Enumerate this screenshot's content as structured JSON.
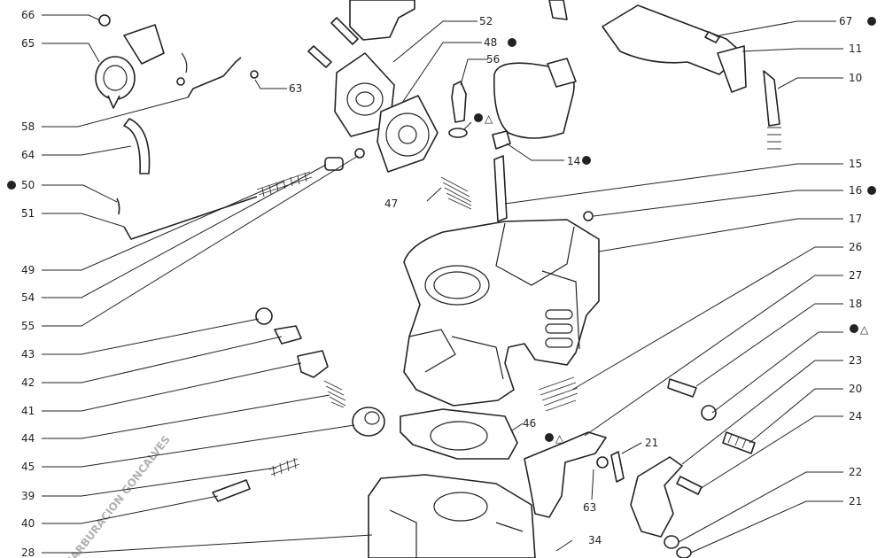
{
  "watermark": "CARBURACION GONCALVES",
  "marks": {
    "dot_color": "#222222",
    "triangle_symbol": "△"
  },
  "callouts": [
    {
      "id": "c66",
      "label": "66",
      "dot": false,
      "tri": false
    },
    {
      "id": "c65",
      "label": "65",
      "dot": false,
      "tri": false
    },
    {
      "id": "c58",
      "label": "58",
      "dot": false,
      "tri": false
    },
    {
      "id": "c64",
      "label": "64",
      "dot": false,
      "tri": false
    },
    {
      "id": "c50",
      "label": "50",
      "dot": true,
      "tri": false
    },
    {
      "id": "c51",
      "label": "51",
      "dot": false,
      "tri": false
    },
    {
      "id": "c49",
      "label": "49",
      "dot": false,
      "tri": false
    },
    {
      "id": "c54",
      "label": "54",
      "dot": false,
      "tri": false
    },
    {
      "id": "c55",
      "label": "55",
      "dot": false,
      "tri": false
    },
    {
      "id": "c43",
      "label": "43",
      "dot": false,
      "tri": false
    },
    {
      "id": "c42",
      "label": "42",
      "dot": false,
      "tri": false
    },
    {
      "id": "c41",
      "label": "41",
      "dot": false,
      "tri": false
    },
    {
      "id": "c44",
      "label": "44",
      "dot": false,
      "tri": false
    },
    {
      "id": "c45",
      "label": "45",
      "dot": false,
      "tri": false
    },
    {
      "id": "c39",
      "label": "39",
      "dot": false,
      "tri": false
    },
    {
      "id": "c40",
      "label": "40",
      "dot": false,
      "tri": false
    },
    {
      "id": "c28",
      "label": "28",
      "dot": false,
      "tri": false
    },
    {
      "id": "c63a",
      "label": "63",
      "dot": false,
      "tri": false
    },
    {
      "id": "c52",
      "label": "52",
      "dot": false,
      "tri": false
    },
    {
      "id": "c48",
      "label": "48",
      "dot": true,
      "tri": false
    },
    {
      "id": "c56",
      "label": "56",
      "dot": false,
      "tri": false
    },
    {
      "id": "c57",
      "label": "",
      "dot": true,
      "tri": true
    },
    {
      "id": "c47",
      "label": "47",
      "dot": false,
      "tri": false
    },
    {
      "id": "c14",
      "label": "14",
      "dot": true,
      "tri": false
    },
    {
      "id": "c67",
      "label": "67",
      "dot": true,
      "tri": false
    },
    {
      "id": "c11",
      "label": "11",
      "dot": false,
      "tri": false
    },
    {
      "id": "c10",
      "label": "10",
      "dot": false,
      "tri": false
    },
    {
      "id": "c15",
      "label": "15",
      "dot": false,
      "tri": false
    },
    {
      "id": "c16",
      "label": "16",
      "dot": true,
      "tri": false
    },
    {
      "id": "c17",
      "label": "17",
      "dot": false,
      "tri": false
    },
    {
      "id": "c26",
      "label": "26",
      "dot": false,
      "tri": false
    },
    {
      "id": "c27",
      "label": "27",
      "dot": false,
      "tri": false
    },
    {
      "id": "c18",
      "label": "18",
      "dot": false,
      "tri": false
    },
    {
      "id": "c19",
      "label": "",
      "dot": true,
      "tri": true
    },
    {
      "id": "c23",
      "label": "23",
      "dot": false,
      "tri": false
    },
    {
      "id": "c20",
      "label": "20",
      "dot": false,
      "tri": false
    },
    {
      "id": "c24",
      "label": "24",
      "dot": false,
      "tri": false
    },
    {
      "id": "c22",
      "label": "22",
      "dot": false,
      "tri": false
    },
    {
      "id": "c21b",
      "label": "21",
      "dot": false,
      "tri": false
    },
    {
      "id": "c46",
      "label": "46",
      "dot": false,
      "tri": false
    },
    {
      "id": "c46m",
      "label": "",
      "dot": true,
      "tri": true
    },
    {
      "id": "c21a",
      "label": "21",
      "dot": false,
      "tri": false
    },
    {
      "id": "c63b",
      "label": "63",
      "dot": false,
      "tri": false
    },
    {
      "id": "c34",
      "label": "34",
      "dot": false,
      "tri": false
    }
  ]
}
